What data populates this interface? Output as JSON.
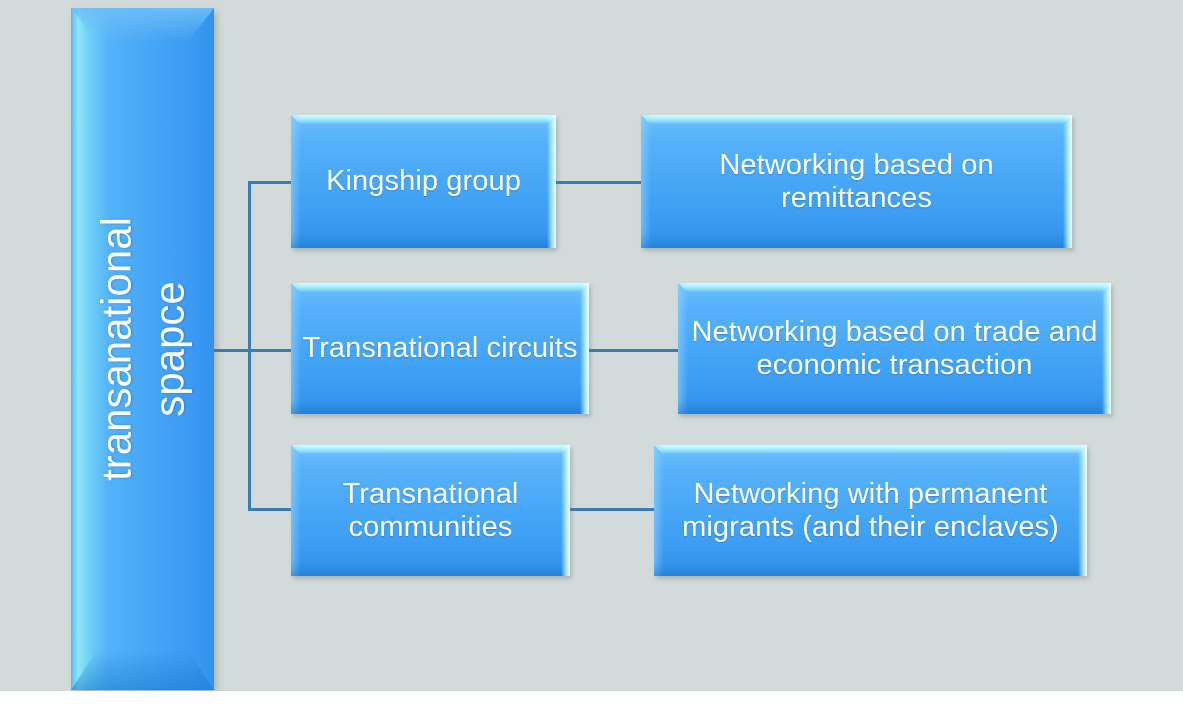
{
  "diagram": {
    "title_bar": {
      "line1": "transanational",
      "line2": "spapce"
    },
    "rows": [
      {
        "category": "Kingship group",
        "description": "Networking based on remittances"
      },
      {
        "category": "Transnational circuits",
        "description": "Networking based on trade and economic transaction"
      },
      {
        "category": "Transnational communities",
        "description": "Networking with permanent migrants (and their enclaves)"
      }
    ],
    "colors": {
      "background": "#d2dbd9",
      "box_fill": "#46a6f6",
      "box_highlight": "#a9f3fd",
      "connector": "#3b7bb8",
      "text": "#ffffff"
    }
  }
}
